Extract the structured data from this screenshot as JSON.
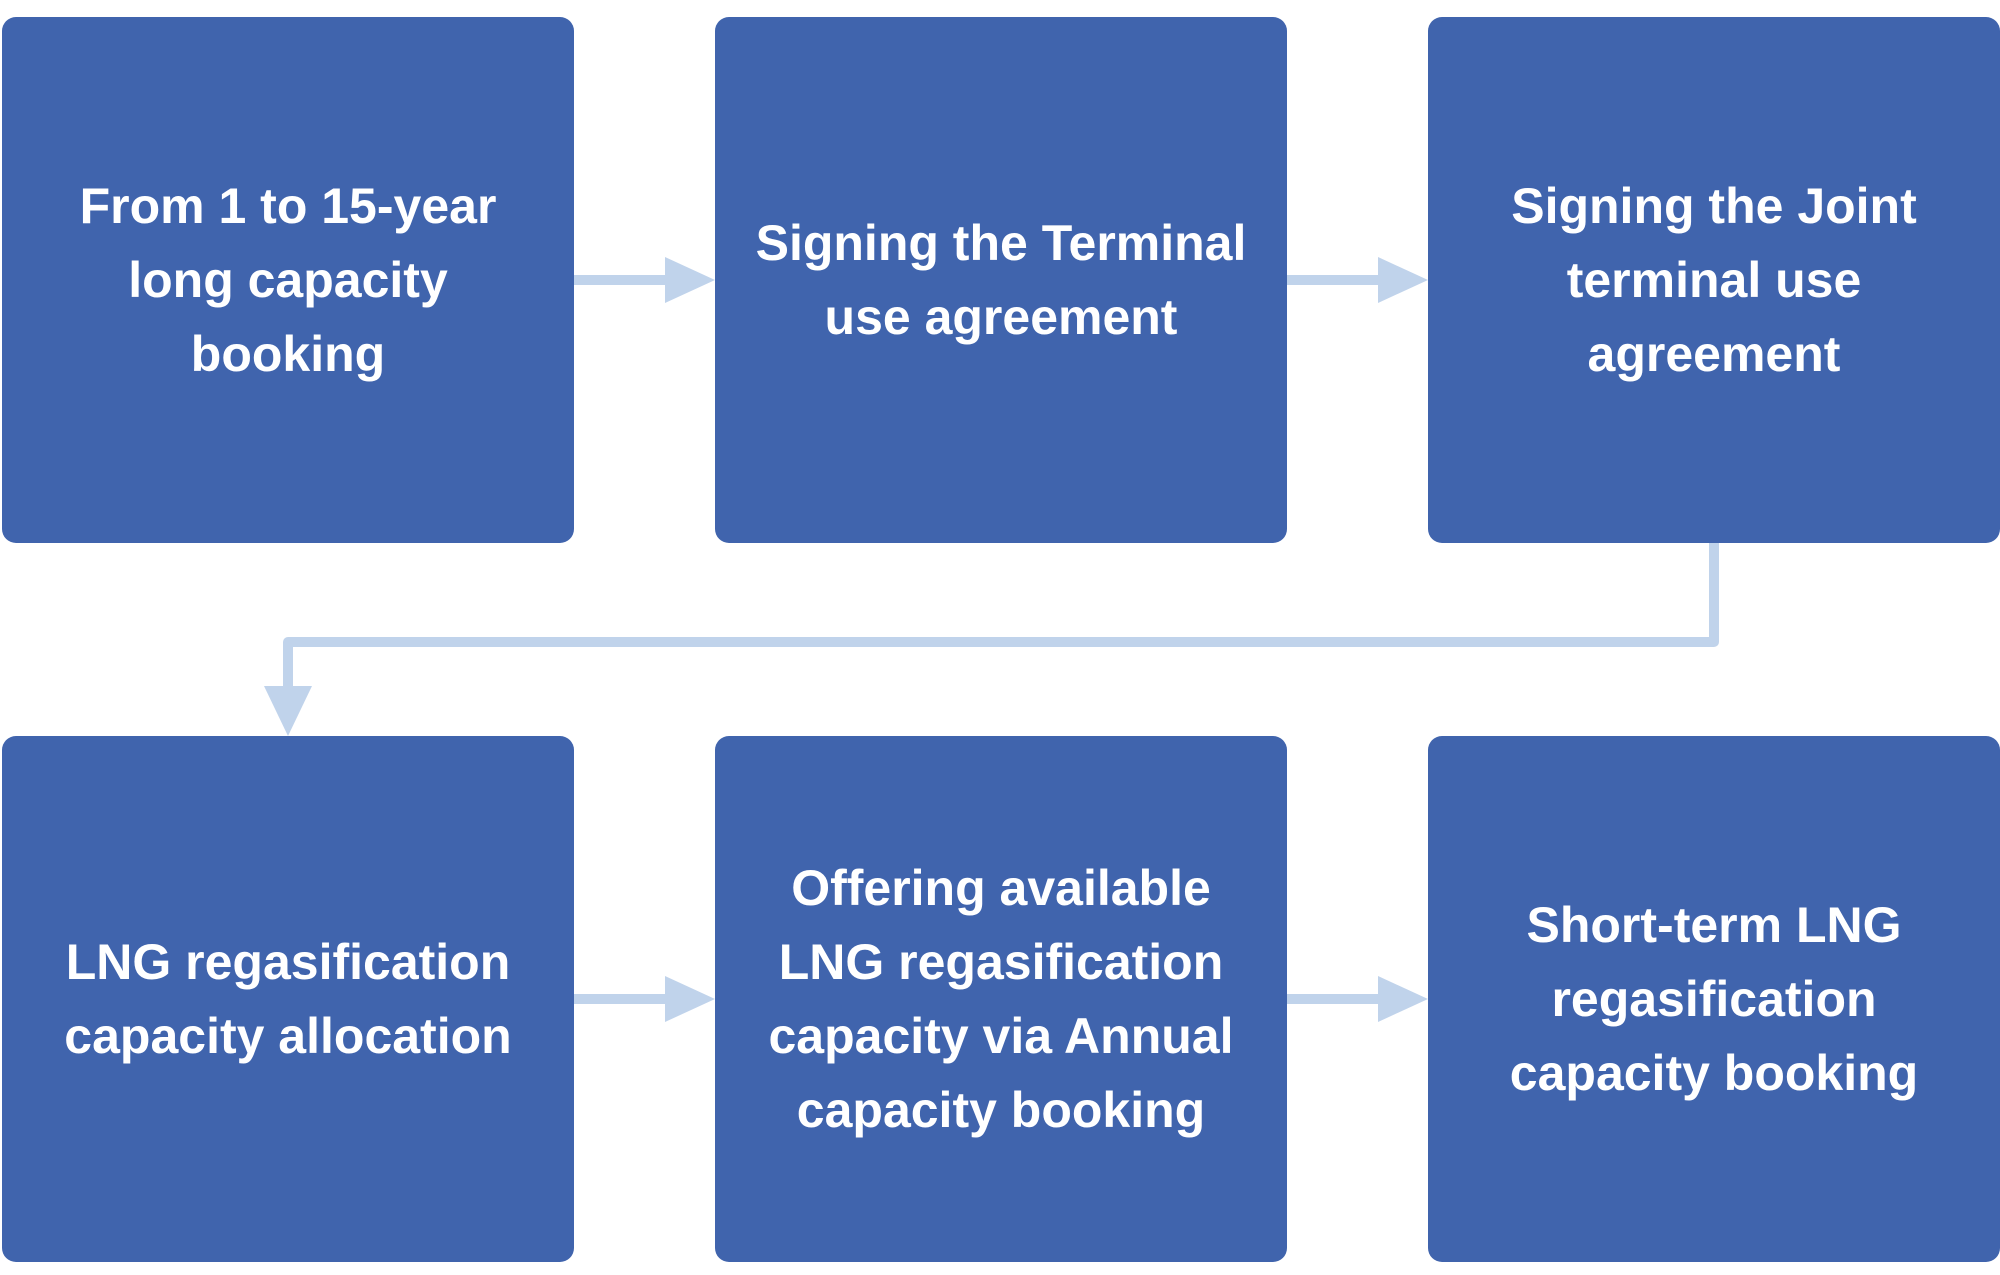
{
  "colors": {
    "box_fill": "#4064ad",
    "box_text": "#ffffff",
    "connector": "#c0d3eb"
  },
  "steps": [
    {
      "label": "From 1 to 15-year\nlong capacity\nbooking"
    },
    {
      "label": "Signing the Terminal\nuse agreement"
    },
    {
      "label": "Signing the Joint\nterminal use\nagreement"
    },
    {
      "label": "LNG regasification\ncapacity allocation"
    },
    {
      "label": "Offering available\nLNG regasification\ncapacity via Annual\ncapacity booking"
    },
    {
      "label": "Short-term LNG\nregasification\ncapacity booking"
    }
  ],
  "connectors": [
    {
      "from": "step-1",
      "to": "step-2"
    },
    {
      "from": "step-2",
      "to": "step-3"
    },
    {
      "from": "step-3",
      "to": "step-4"
    },
    {
      "from": "step-4",
      "to": "step-5"
    },
    {
      "from": "step-5",
      "to": "step-6"
    }
  ]
}
